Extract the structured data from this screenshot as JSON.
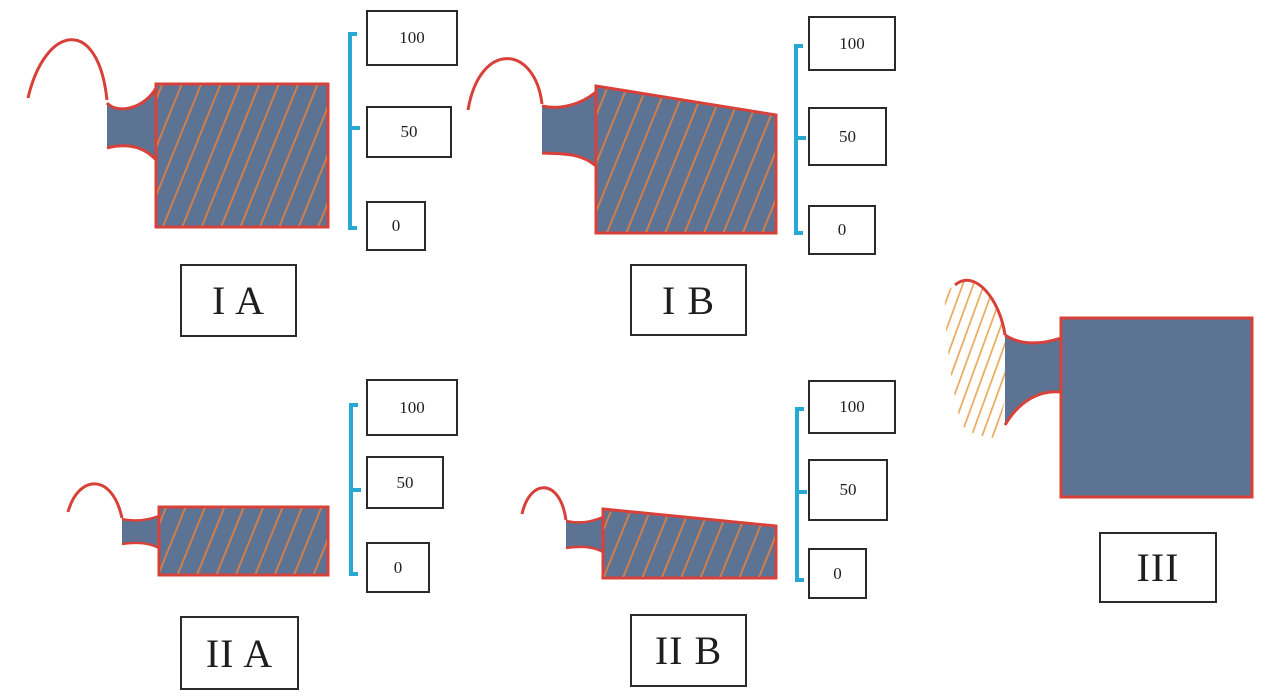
{
  "colors": {
    "body_fill": "#5d7394",
    "outline": "#d8413a",
    "hatch": "#cf7d4a",
    "hatch_light": "#e8a352",
    "bracket": "#27a9d3",
    "box_border": "#2a2a2a"
  },
  "panels": [
    {
      "id": "ia",
      "label": "I A",
      "scale": [
        "100",
        "50",
        "0"
      ],
      "hatched_region": "body"
    },
    {
      "id": "ib",
      "label": "I B",
      "scale": [
        "100",
        "50",
        "0"
      ],
      "hatched_region": "body"
    },
    {
      "id": "iia",
      "label": "II A",
      "scale": [
        "100",
        "50",
        "0"
      ],
      "hatched_region": "body"
    },
    {
      "id": "iib",
      "label": "II B",
      "scale": [
        "100",
        "50",
        "0"
      ],
      "hatched_region": "body"
    },
    {
      "id": "iii",
      "label": "III",
      "scale": [],
      "hatched_region": "head"
    }
  ]
}
